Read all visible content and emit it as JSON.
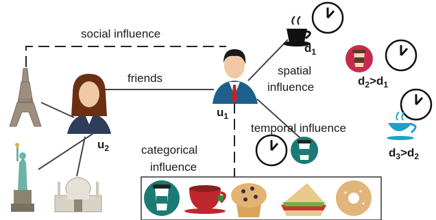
{
  "edges": {
    "social": "social influence",
    "friends": "friends",
    "spatial_line1": "spatial",
    "spatial_line2": "influence",
    "temporal": "temporal influence",
    "categorical_line1": "categorical",
    "categorical_line2": "influence"
  },
  "users": {
    "u1": {
      "base": "u",
      "sub": "1"
    },
    "u2": {
      "base": "u",
      "sub": "2"
    }
  },
  "drinks": {
    "d1": {
      "base": "d",
      "sub": "1"
    },
    "d2": {
      "base": "d",
      "sub": "2",
      "rest": ">d",
      "rest_sub": "1"
    },
    "d3": {
      "base": "d",
      "sub": "3",
      "rest": ">d",
      "rest_sub": "2"
    }
  },
  "icons": [
    "eiffel-tower-icon",
    "statue-of-liberty-icon",
    "taj-mahal-icon",
    "clock-icon",
    "coffee-cup-icon",
    "takeaway-cup-icon",
    "tea-cup-icon",
    "muffin-icon",
    "sandwich-icon",
    "bagel-icon",
    "man-avatar-icon",
    "woman-avatar-icon"
  ],
  "colors": {
    "man_suit": "#1f5f8b",
    "woman_hair": "#6b2f14",
    "woman_suit": "#2c3e5a",
    "drink_teal": "#1a7a74",
    "line": "#222222",
    "red_badge": "#c62b4b",
    "sky_cup": "#1aa3c9"
  }
}
